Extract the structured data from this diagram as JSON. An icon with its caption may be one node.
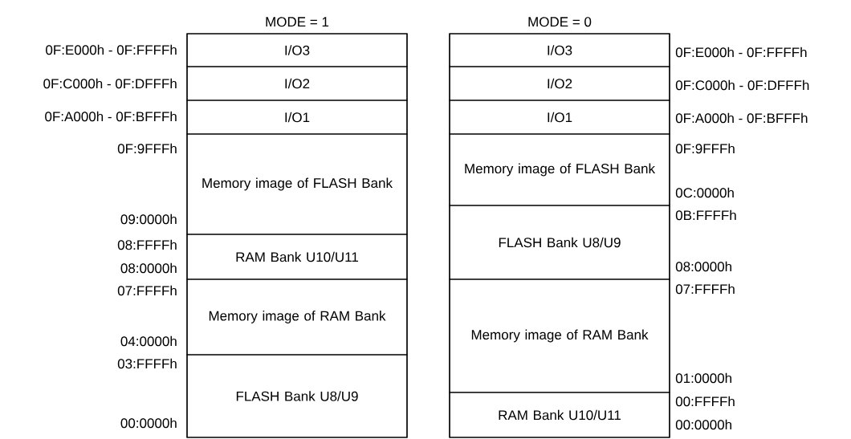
{
  "diagram": {
    "nodes": [
      {
        "text": [
          "MODE = 1"
        ]
      },
      {
        "text": [
          "I/O3"
        ],
        "in": 0
      },
      {
        "text": [
          "I/O2"
        ],
        "in": 0
      },
      {
        "text": [
          "I/O1"
        ],
        "in": 0
      },
      {
        "text": [
          "Memory image of FLASH Bank"
        ],
        "in": 0
      },
      {
        "text": [
          "RAM Bank U10/U11"
        ],
        "in": 0
      },
      {
        "text": [
          "Memory image of RAM Bank"
        ],
        "in": 0
      },
      {
        "text": [
          "FLASH Bank U8/U9"
        ],
        "in": 0
      },
      {
        "text": [
          "MODE = 0"
        ]
      },
      {
        "text": [
          "I/O3"
        ],
        "in": 8
      },
      {
        "text": [
          "I/O2"
        ],
        "in": 8
      },
      {
        "text": [
          "I/O1"
        ],
        "in": 8
      },
      {
        "text": [
          "Memory image of FLASH Bank"
        ],
        "in": 8
      },
      {
        "text": [
          "FLASH Bank U8/U9"
        ],
        "in": 8
      },
      {
        "text": [
          "Memory image of RAM Bank"
        ],
        "in": 8
      },
      {
        "text": [
          "RAM Bank U10/U11"
        ],
        "in": 8
      }
    ],
    "labels": [
      "0F:E000h - 0F:FFFFh",
      "0F:C000h - 0F:DFFFh",
      "0F:A000h - 0F:BFFFh",
      "0F:9FFFh",
      "09:0000h",
      "08:FFFFh",
      "08:0000h",
      "07:FFFFh",
      "04:0000h",
      "03:FFFFh",
      "00:0000h",
      "0F:E000h - 0F:FFFFh",
      "0F:C000h - 0F:DFFFh",
      "0F:A000h - 0F:BFFFh",
      "0F:9FFFh",
      "0C:0000h",
      "0B:FFFFh",
      "08:0000h",
      "07:FFFFh",
      "01:0000h",
      "00:FFFFh",
      "00:0000h"
    ]
  }
}
